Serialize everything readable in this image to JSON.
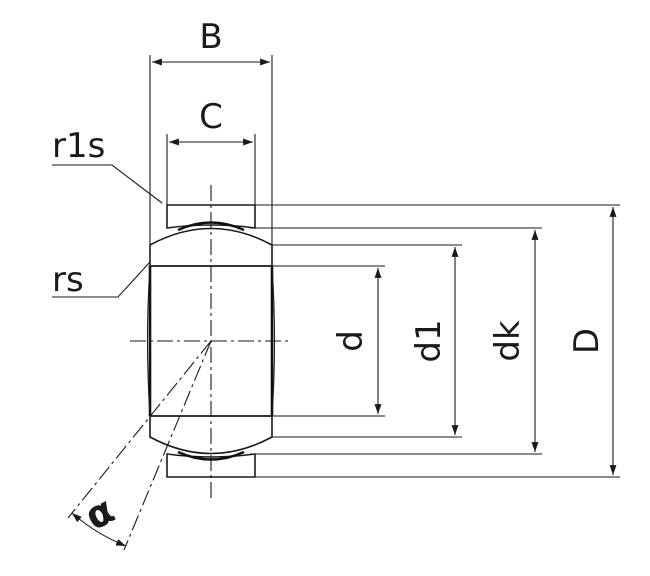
{
  "labels": {
    "B": "B",
    "C": "C",
    "r1s": "r1s",
    "rs": "rs",
    "d": "d",
    "d1": "d1",
    "dk": "dk",
    "D": "D",
    "alpha": "α"
  }
}
